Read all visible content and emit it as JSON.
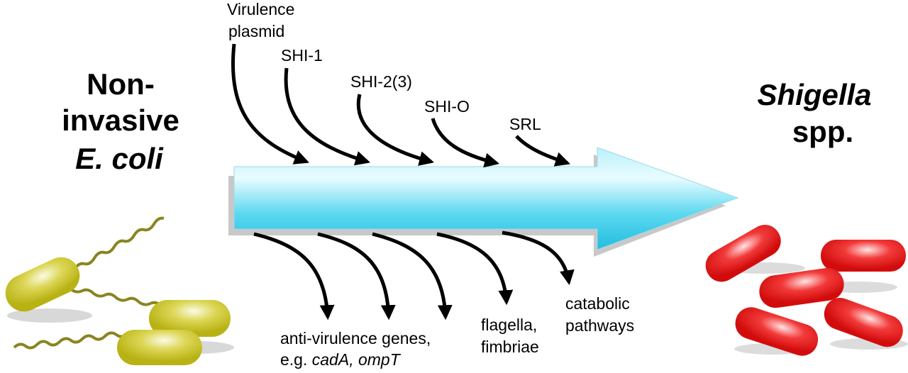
{
  "left_title": {
    "line1": "Non-",
    "line2": "invasive",
    "line3": "E. coli"
  },
  "right_title": {
    "line1": "Shigella",
    "line2": "spp."
  },
  "gains": [
    {
      "line1": "Virulence",
      "line2": "plasmid"
    },
    {
      "line1": "SHI-1"
    },
    {
      "line1": "SHI-2(3)"
    },
    {
      "line1": "SHI-O"
    },
    {
      "line1": "SRL"
    }
  ],
  "losses": [
    {
      "line1": "anti-virulence genes,",
      "line2_prefix": "e.g. ",
      "line2_genes": "cadA, ompT"
    },
    {
      "line1": "flagella,",
      "line2": "fimbriae"
    },
    {
      "line1": "catabolic",
      "line2": "pathways"
    }
  ],
  "colors": {
    "main_arrow": "#4fd6ee",
    "main_arrow_light": "#e6fbff",
    "ecoli_cell": "#c9c31a",
    "flagellum": "#8a8420",
    "shigella_cell": "#e81818"
  }
}
